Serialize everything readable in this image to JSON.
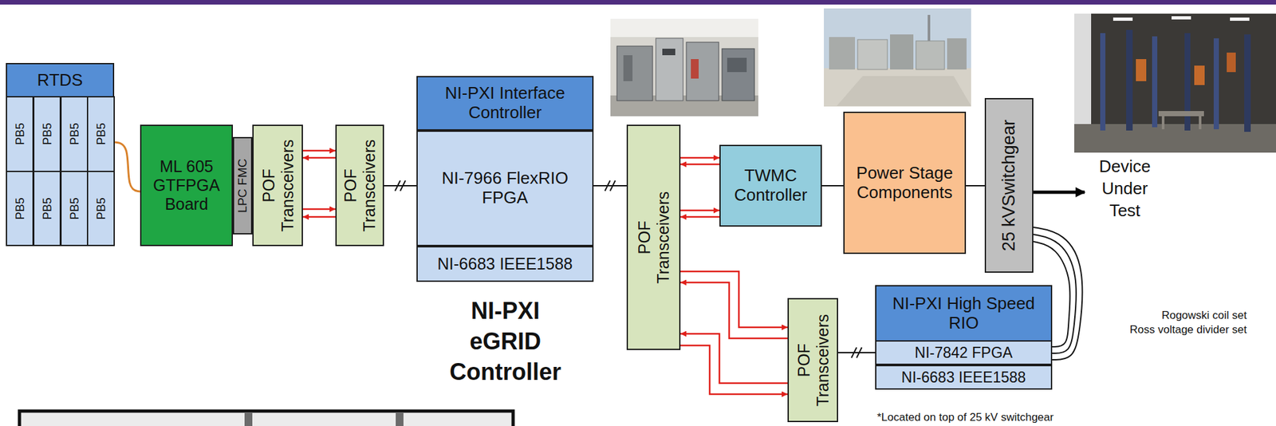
{
  "diagram": {
    "nodes": [
      {
        "text": [
          "RTDS"
        ]
      },
      {
        "text": [
          "PB5"
        ],
        "in": 0
      },
      {
        "text": [
          "PB5"
        ],
        "in": 0
      },
      {
        "text": [
          "PB5"
        ],
        "in": 0
      },
      {
        "text": [
          "PB5"
        ],
        "in": 0
      },
      {
        "text": [
          "PB5"
        ],
        "in": 0
      },
      {
        "text": [
          "PB5"
        ],
        "in": 0
      },
      {
        "text": [
          "PB5"
        ],
        "in": 0
      },
      {
        "text": [
          "PB5"
        ],
        "in": 0
      },
      {
        "text": [
          "ML 605 GTFPGA Board"
        ]
      },
      {
        "text": [
          "LPC FMC"
        ]
      },
      {
        "text": [
          "POF Transceivers"
        ]
      },
      {
        "text": [
          "POF Transceivers"
        ]
      },
      {
        "text": [
          "NI-PXI eGRID Controller"
        ]
      },
      {
        "text": [
          "NI-PXI Interface Controller"
        ],
        "in": 13
      },
      {
        "text": [
          "NI-7966 FlexRIO FPGA"
        ],
        "in": 13
      },
      {
        "text": [
          "NI-6683 IEEE1588"
        ],
        "in": 13
      },
      {
        "text": [
          "POF Transceivers"
        ]
      },
      {
        "text": [
          "TWMC Controller"
        ]
      },
      {
        "text": [
          "Power Stage Components"
        ]
      },
      {
        "text": [
          "25 kVSwitchgear"
        ]
      },
      {
        "text": [
          "POF Transceivers"
        ]
      },
      {
        "text": [
          "NI-PXI High Speed RIO"
        ]
      },
      {
        "text": [
          "NI-7842 FPGA"
        ],
        "in": 22
      },
      {
        "text": [
          "NI-6683 IEEE1588"
        ],
        "in": 22
      }
    ],
    "edges": [
      {
        "from": 4,
        "to": 9,
        "arrow": "none"
      },
      {
        "from": 11,
        "to": 12,
        "arrow": "to"
      },
      {
        "from": 12,
        "to": 11,
        "arrow": "to"
      },
      {
        "from": 11,
        "to": 12,
        "arrow": "to"
      },
      {
        "from": 12,
        "to": 11,
        "arrow": "to"
      },
      {
        "from": 12,
        "to": 15,
        "arrow": "none"
      },
      {
        "from": 15,
        "to": 17,
        "arrow": "none"
      },
      {
        "from": 17,
        "to": 18,
        "arrow": "to"
      },
      {
        "from": 18,
        "to": 17,
        "arrow": "to"
      },
      {
        "from": 17,
        "to": 18,
        "arrow": "to"
      },
      {
        "from": 18,
        "to": 17,
        "arrow": "to"
      },
      {
        "from": 18,
        "to": 19,
        "arrow": "none"
      },
      {
        "from": 19,
        "to": 20,
        "arrow": "none"
      },
      {
        "from": 17,
        "to": 21,
        "arrow": "to"
      },
      {
        "from": 21,
        "to": 17,
        "arrow": "to"
      },
      {
        "from": 21,
        "to": 17,
        "arrow": "to"
      },
      {
        "from": 17,
        "to": 21,
        "arrow": "to"
      },
      {
        "from": 21,
        "to": 23,
        "arrow": "none"
      },
      {
        "from": 20,
        "to": 23,
        "arrow": "none"
      },
      {
        "from": 20,
        "to": 23,
        "arrow": "none"
      },
      {
        "from": 20,
        "to": 23,
        "arrow": "none"
      }
    ],
    "labels": [
      "Device Under Test",
      "Rogowski coil set",
      "Ross voltage divider set",
      "*Located on top of 25 kV switchgear"
    ]
  }
}
